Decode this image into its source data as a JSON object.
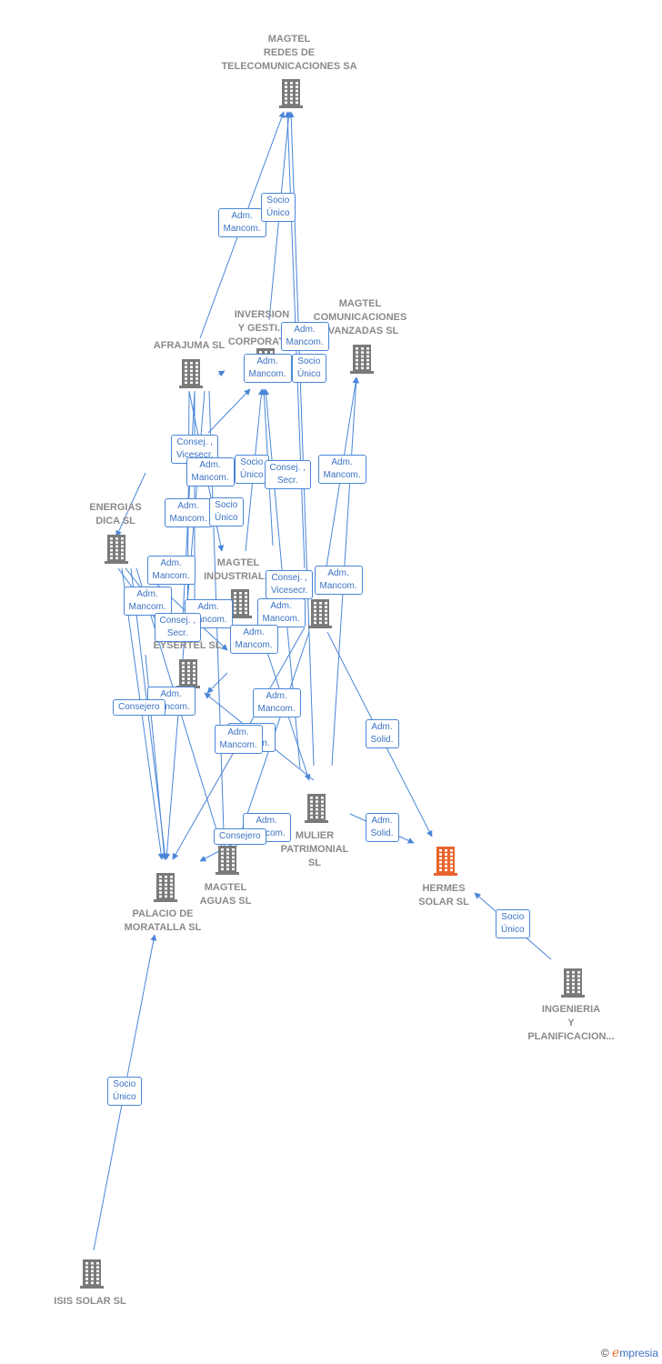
{
  "nodes": [
    {
      "id": "magtel_redes",
      "label": "MAGTEL\nREDES DE\nTELECOMUNICACIONES SA",
      "color": "#7a7a7a"
    },
    {
      "id": "magtel_com",
      "label": "MAGTEL\nCOMUNICACIONES\nAVANZADAS SL",
      "color": "#7a7a7a"
    },
    {
      "id": "inversion",
      "label": "INVERSION\nY GESTI...\nCORPORATI...",
      "color": "#7a7a7a"
    },
    {
      "id": "afrajuma",
      "label": "AFRAJUMA SL",
      "color": "#7a7a7a"
    },
    {
      "id": "energias",
      "label": "ENERGIAS\nDICA SL",
      "color": "#7a7a7a"
    },
    {
      "id": "magtel_ind",
      "label": "MAGTEL\nINDUSTRIAL...",
      "color": "#7a7a7a"
    },
    {
      "id": "unnamed",
      "label": "",
      "color": "#7a7a7a"
    },
    {
      "id": "eysertel",
      "label": "EYSERTEL SL",
      "color": "#7a7a7a"
    },
    {
      "id": "mulier",
      "label": "MULIER\nPATRIMONIAL\nSL",
      "color": "#7a7a7a"
    },
    {
      "id": "magtel_aguas",
      "label": "MAGTEL\nAGUAS SL",
      "color": "#7a7a7a"
    },
    {
      "id": "palacio",
      "label": "PALACIO DE\nMORATALLA SL",
      "color": "#7a7a7a"
    },
    {
      "id": "hermes",
      "label": "HERMES\nSOLAR SL",
      "color": "#e8642c"
    },
    {
      "id": "ingenieria",
      "label": "INGENIERIA\nY\nPLANIFICACION...",
      "color": "#7a7a7a"
    },
    {
      "id": "isis",
      "label": "ISIS SOLAR SL",
      "color": "#7a7a7a"
    }
  ],
  "edge_labels": [
    {
      "text": "Adm.\nMancom."
    },
    {
      "text": "Socio\nÚnico"
    },
    {
      "text": "Adm.\nMancom."
    },
    {
      "text": "Adm.\nMancom."
    },
    {
      "text": "Socio\nÚnico"
    },
    {
      "text": "Consej. ,\nVicesecr."
    },
    {
      "text": "Adm.\nMancom."
    },
    {
      "text": "Socio\nÚnico"
    },
    {
      "text": "Consej. ,\nSecr."
    },
    {
      "text": "Adm.\nMancom."
    },
    {
      "text": "Adm.\nMancom."
    },
    {
      "text": "Socio\nÚnico"
    },
    {
      "text": "Adm.\nMancom."
    },
    {
      "text": "Consej. ,\nVicesecr."
    },
    {
      "text": "Adm.\nMancom."
    },
    {
      "text": "Adm.\nMancom."
    },
    {
      "text": "Adm.\nMancom."
    },
    {
      "text": "Adm.\nMancom."
    },
    {
      "text": "Consej. ,\nSecr."
    },
    {
      "text": "Adm.\nMancom."
    },
    {
      "text": "Adm.\nMancom."
    },
    {
      "text": "Consejero"
    },
    {
      "text": "Adm.\nMancom."
    },
    {
      "text": "Adm.\nMancom."
    },
    {
      "text": "Adm.\nMancom."
    },
    {
      "text": "Adm.\nSolid."
    },
    {
      "text": "Adm.\nMancom."
    },
    {
      "text": "Consejero"
    },
    {
      "text": "Adm.\nSolid."
    },
    {
      "text": "Socio\nÚnico"
    },
    {
      "text": "Socio\nÚnico"
    }
  ],
  "footer": {
    "copyright": "©",
    "brand_e": "e",
    "brand_rest": "mpresia"
  },
  "colors": {
    "edge": "#4a86d8",
    "node": "#7a7a7a",
    "focus": "#e8642c"
  }
}
